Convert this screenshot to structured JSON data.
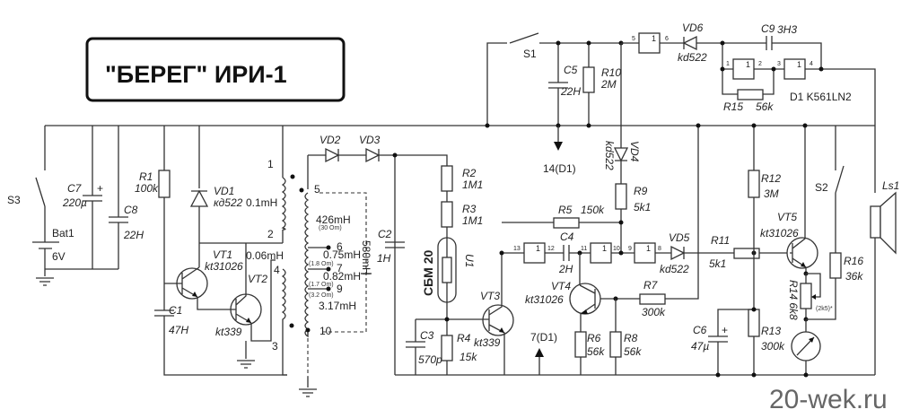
{
  "title": "\"БЕРЕГ\" ИРИ-1",
  "watermark": "20-wek.ru",
  "components": {
    "S1": "S1",
    "S2": "S2",
    "S3": "S3",
    "Bat1": "Bat1",
    "Bat1_value": "6V",
    "C1": "C1",
    "C1_value": "47H",
    "C2": "C2",
    "C2_value": "1H",
    "C3": "C3",
    "C3_value": "570p",
    "C4": "C4",
    "C4_value": "2H",
    "C5": "C5",
    "C5_value": "22H",
    "C6": "C6",
    "C6_value": "47µ",
    "C7": "C7",
    "C7_value": "220µ",
    "C8": "C8",
    "C8_value": "22H",
    "C9": "C9",
    "C9_value": "3H3",
    "R1": "R1",
    "R1_value": "100k",
    "R2": "R2",
    "R2_value": "1M1",
    "R3": "R3",
    "R3_value": "1M1",
    "R4": "R4",
    "R4_value": "15k",
    "R5": "R5",
    "R5_value": "150k",
    "R6": "R6",
    "R6_value": "56k",
    "R7": "R7",
    "R7_value": "300k",
    "R8": "R8",
    "R8_value": "56k",
    "R9": "R9",
    "R9_value": "5k1",
    "R10": "R10",
    "R10_value": "2M",
    "R11": "R11",
    "R11_value": "5k1",
    "R12": "R12",
    "R12_value": "3M",
    "R13": "R13",
    "R13_value": "300k",
    "R14": "R14 6k8",
    "R14_note": "(2k5)*",
    "R15": "R15",
    "R15_value": "56k",
    "R16": "R16",
    "R16_value": "36k",
    "VD1": "VD1",
    "VD1_value": "кд522",
    "VD2": "VD2",
    "VD3": "VD3",
    "VD4": "VD4",
    "VD4_value": "kd522",
    "VD5": "VD5",
    "VD5_value": "kd522",
    "VD6": "VD6",
    "VD6_value": "kd522",
    "VT1": "VT1",
    "VT1_value": "kt31026",
    "VT2": "VT2",
    "VT2_value": "kt339",
    "VT3": "VT3",
    "VT3_value": "kt339",
    "VT4": "VT4",
    "VT4_value": "kt31026",
    "VT5": "VT5",
    "VT5_value": "kt31026",
    "U1": "U1",
    "U1_value": "СБМ 20",
    "D1": "D1 K561LN2",
    "Ls1": "Ls1",
    "net_14": "14(D1)",
    "net_7": "7(D1)"
  },
  "transformer": {
    "pins": [
      "1",
      "2",
      "3",
      "4",
      "5",
      "6",
      "7",
      "9",
      "10"
    ],
    "L12": "0.1mH",
    "L34": "0.06mH",
    "L56": "426mH",
    "L56_r": "(30 Om)",
    "L67": "0.75mH",
    "L67_r": "(1.8 Om)",
    "L79": "0.82mH",
    "L79_r": "(1.7 Om)",
    "L910": "3.17mH",
    "L910_r": "(3.2 Om)",
    "total": "580mH"
  },
  "gates": {
    "g1": {
      "in": "5",
      "out": "6",
      "sym": "1"
    },
    "g2": {
      "in": "1",
      "out": "2",
      "sym": "1"
    },
    "g3": {
      "in": "3",
      "out": "4",
      "sym": "1"
    },
    "g4": {
      "in": "13",
      "out": "12",
      "sym": "1"
    },
    "g5": {
      "in": "11",
      "out": "10",
      "sym": "1"
    },
    "g6": {
      "in": "9",
      "out": "8",
      "sym": "1"
    }
  }
}
